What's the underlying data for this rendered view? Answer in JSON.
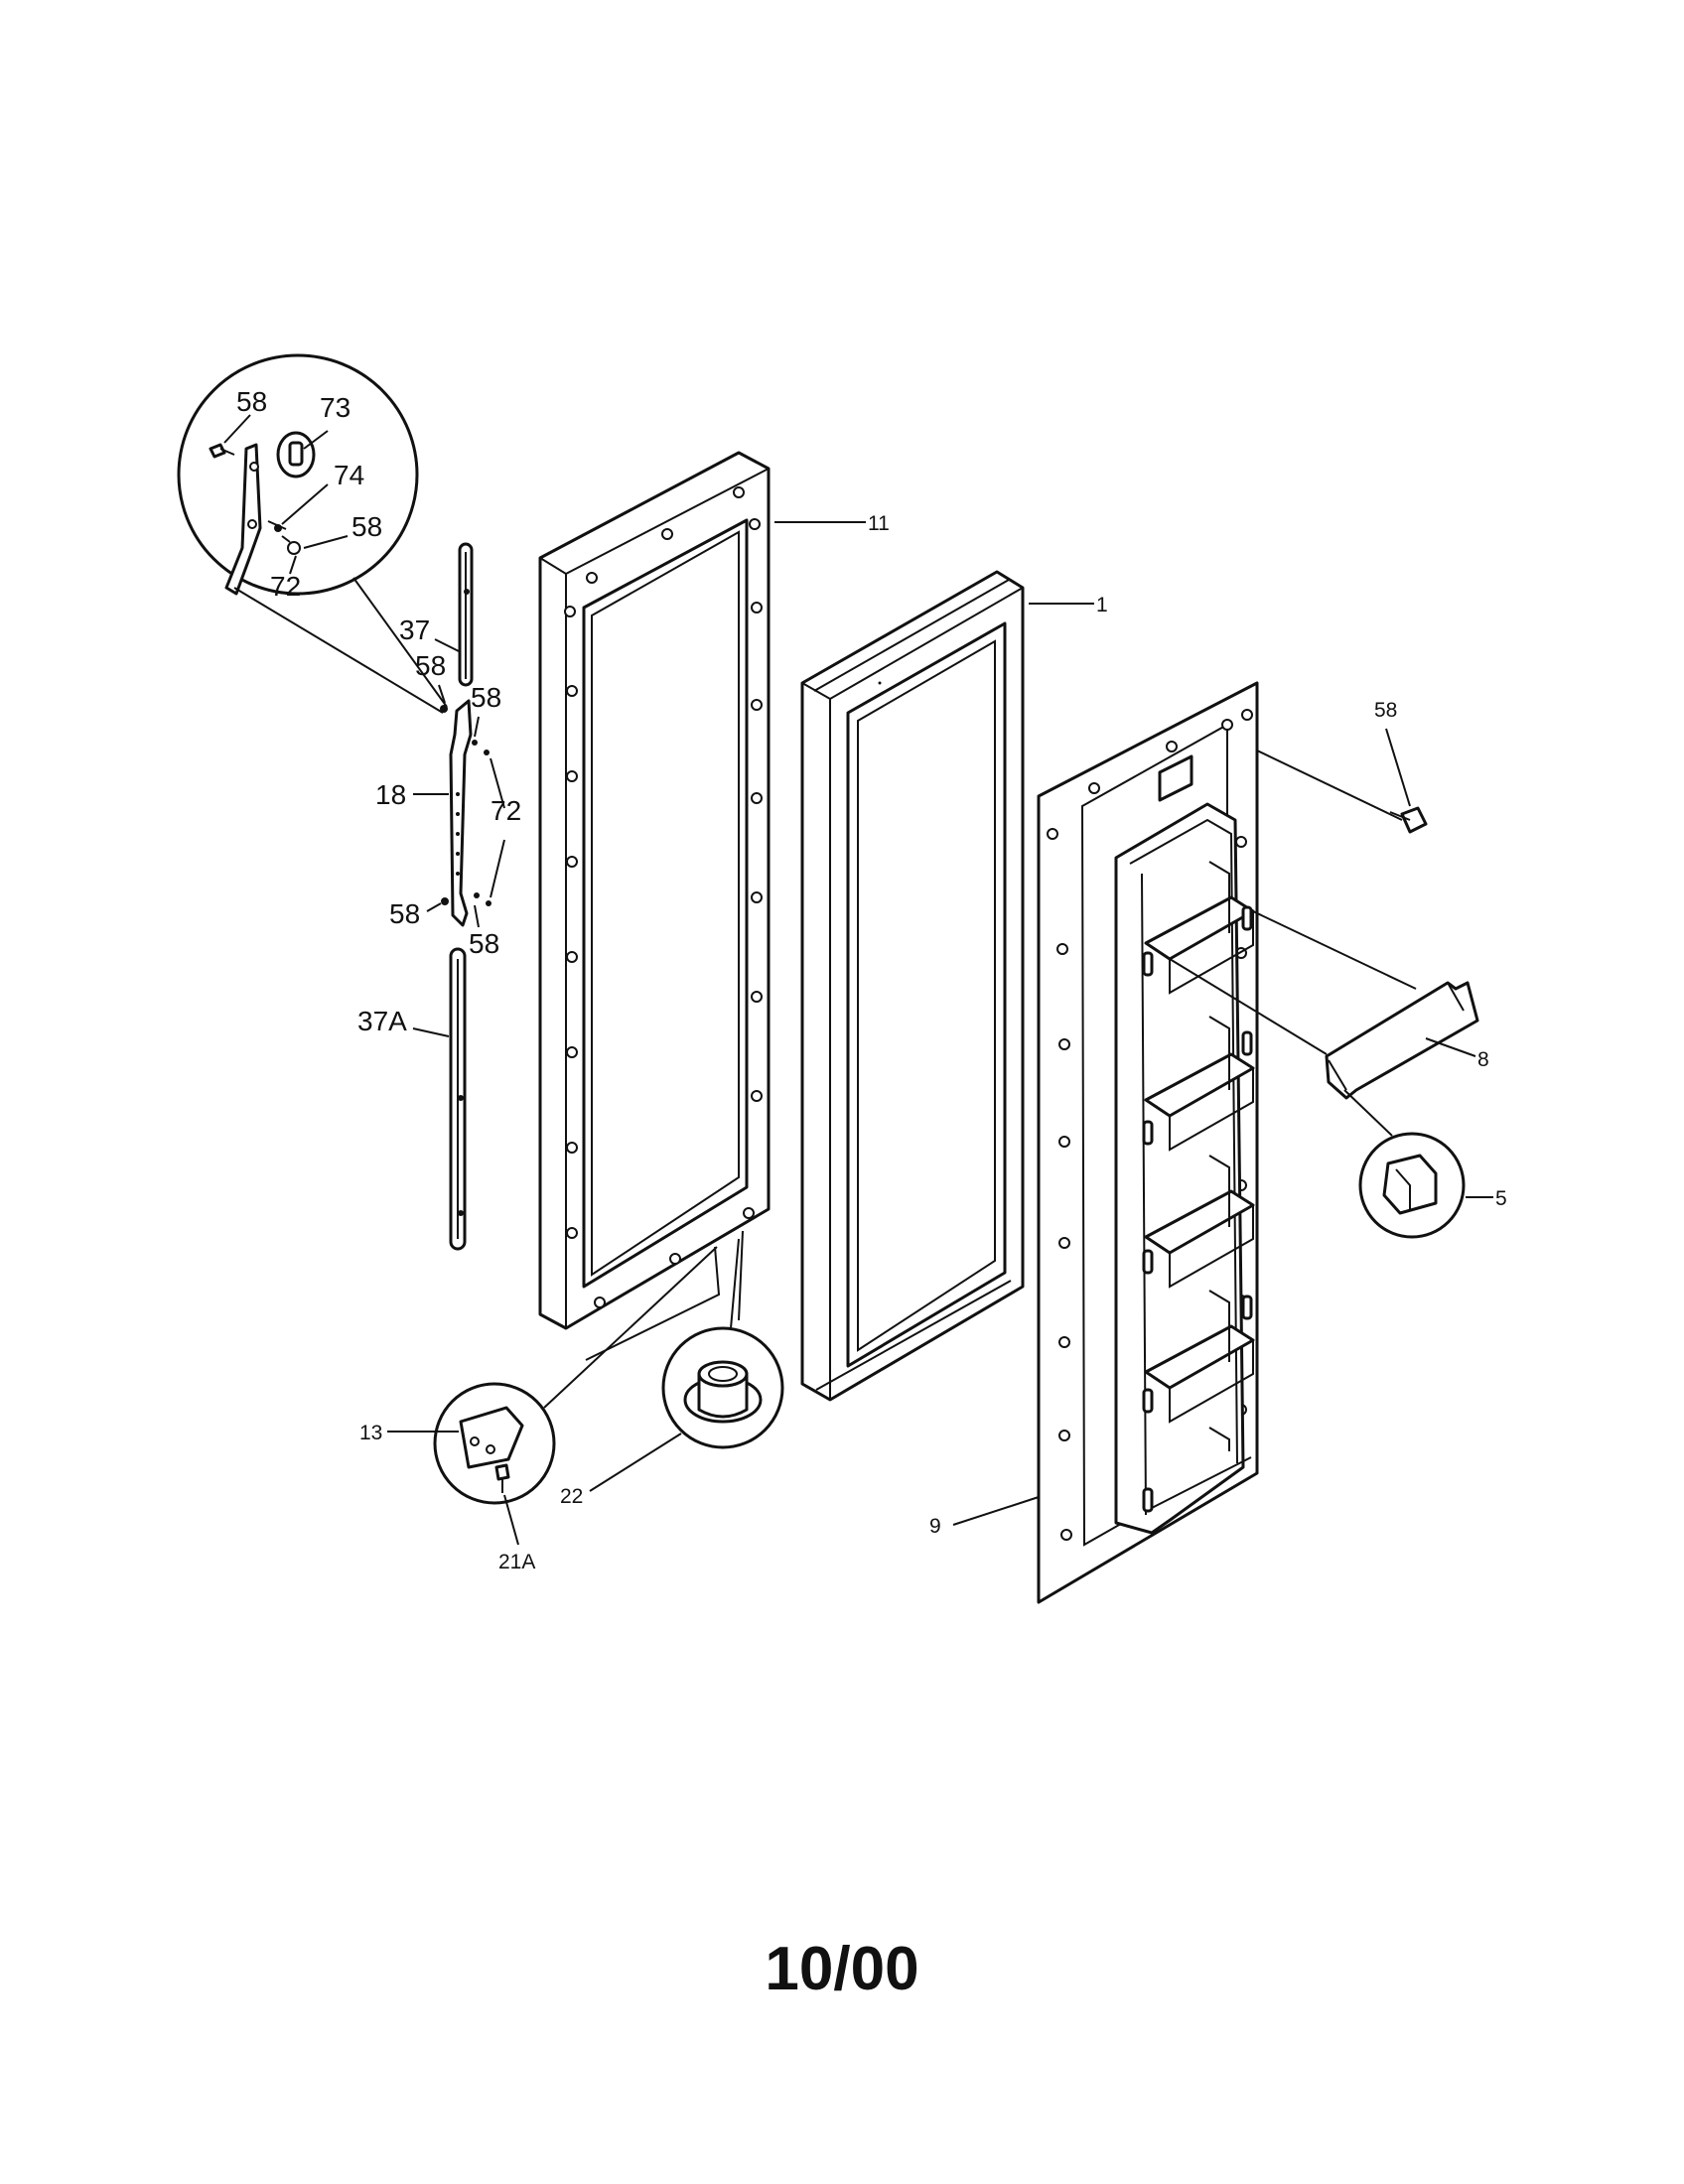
{
  "callouts": {
    "c58_inset_a": "58",
    "c73": "73",
    "c74": "74",
    "c58_inset_b": "58",
    "c72_inset": "72",
    "c37": "37",
    "c58_top_left": "58",
    "c58_top_right": "58",
    "c18": "18",
    "c72_side": "72",
    "c58_bottom_left": "58",
    "c58_bottom_right": "58",
    "c37A": "37A",
    "c11": "11",
    "c1": "1",
    "c58_screw": "58",
    "c8": "8",
    "c5": "5",
    "c13": "13",
    "c21A": "21A",
    "c22": "22",
    "c9": "9"
  },
  "page_code": "10/00"
}
